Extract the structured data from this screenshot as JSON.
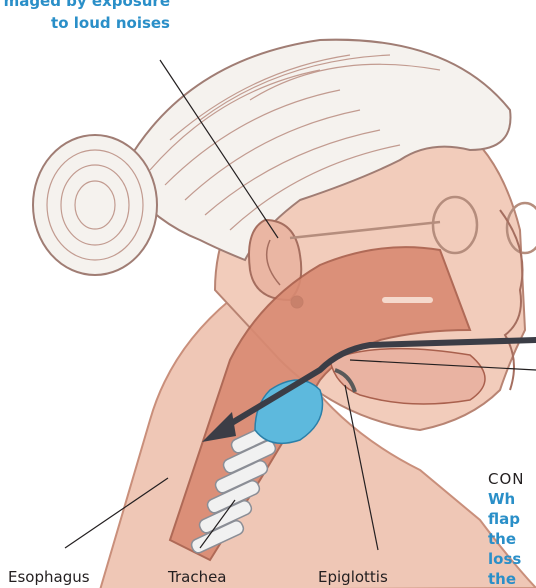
{
  "labels": {
    "ear_caption_line1": "maged by exposure",
    "ear_caption_line2": "to loud noises",
    "esophagus": "Esophagus",
    "trachea": "Trachea",
    "epiglottis": "Epiglottis",
    "side_heading": "CON",
    "side_line1": "Wh",
    "side_line2": "flap",
    "side_line3": "the",
    "side_line4": "loss",
    "side_line5": "the"
  },
  "colors": {
    "caption_blue": "#2a8fc8",
    "text_dark": "#231f20",
    "skin": "#e7b7a2",
    "throat": "#d9826b",
    "hair": "#f3f0ec",
    "hair_stroke": "#b9948a",
    "trachea_blue": "#4fb0d6",
    "arrow": "#3b3d46"
  }
}
